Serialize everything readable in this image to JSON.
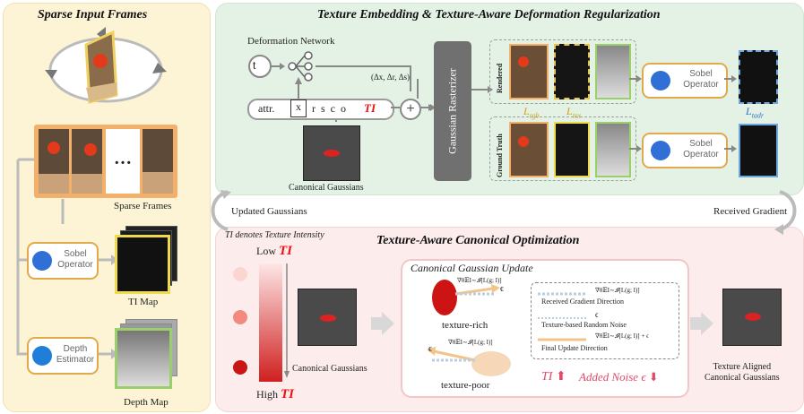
{
  "left_panel": {
    "title": "Sparse Input Frames",
    "sparse_frames_label": "Sparse   Frames",
    "ellipsis": "…",
    "sobel_operator": "Sobel\nOperator",
    "ti_map_label": "TI Map",
    "depth_estimator": "Depth\nEstimator",
    "depth_map_label": "Depth Map"
  },
  "top_panel": {
    "title": "Texture Embedding & Texture-Aware Deformation Regularization",
    "deformation_network": "Deformation Network",
    "t_node": "t",
    "delta_label": "(Δx, Δr, Δs)",
    "attr_label": "attr.",
    "attr_x": "x",
    "attr_rest": "r  s  c  o",
    "attr_ti": "TI",
    "plus": "+",
    "canonical_gaussians": "Canonical Gaussians",
    "rasterizer": "Gaussian Rasterizer",
    "rendered": "Rendered",
    "ground_truth": "Ground Truth",
    "loss_rgb": "L",
    "loss_rgb_sub": "rgb",
    "loss_tex": "L",
    "loss_tex_sub": "tex",
    "loss_tadr": "L",
    "loss_tadr_sub": "tadr",
    "sobel_operator_1": "Sobel\nOperator",
    "sobel_operator_2": "Sobel\nOperator"
  },
  "middle": {
    "updated_gaussians": "Updated Gaussians",
    "received_gradient": "Received Gradient"
  },
  "bottom_panel": {
    "ti_note": "TI denotes Texture Intensity",
    "title": "Texture-Aware Canonical Optimization",
    "low": "Low",
    "high": "High",
    "ti": "TI",
    "canonical_gaussians": "Canonical Gaussians",
    "update_title": "Canonical Gaussian Update",
    "texture_rich": "texture-rich",
    "texture_poor": "texture-poor",
    "grad_formula": "∇θ𝔼I∼𝓘[L(g; I)]",
    "epsilon": "ϵ",
    "legend_1_formula": "∇θ𝔼I∼𝓘[L(g; I)]",
    "legend_1_text": "Received Gradient Direction",
    "legend_2_formula": "ϵ",
    "legend_2_text": "Texture-based  Random Noise",
    "legend_3_formula": "∇θ𝔼I∼𝓘[L(g; I)] + ϵ",
    "legend_3_text": "Final Update Direction",
    "ti_up": "TI",
    "added_noise": "Added Noise ϵ",
    "texture_aligned": "Texture Aligned\nCanonical Gaussians"
  },
  "colors": {
    "left_bg": "#fdf4d6",
    "top_bg": "#e3f2e5",
    "bottom_bg": "#fdecec",
    "orange_border": "#e2a94a",
    "rgb_border": "#f2b06b",
    "tex_border": "#f0d94a",
    "depth_border": "#9bcf6b",
    "blue_border": "#6fa8e0",
    "accent_red": "#e11",
    "loss_yellow": "#d4a017",
    "loss_blue": "#2f73c9"
  }
}
